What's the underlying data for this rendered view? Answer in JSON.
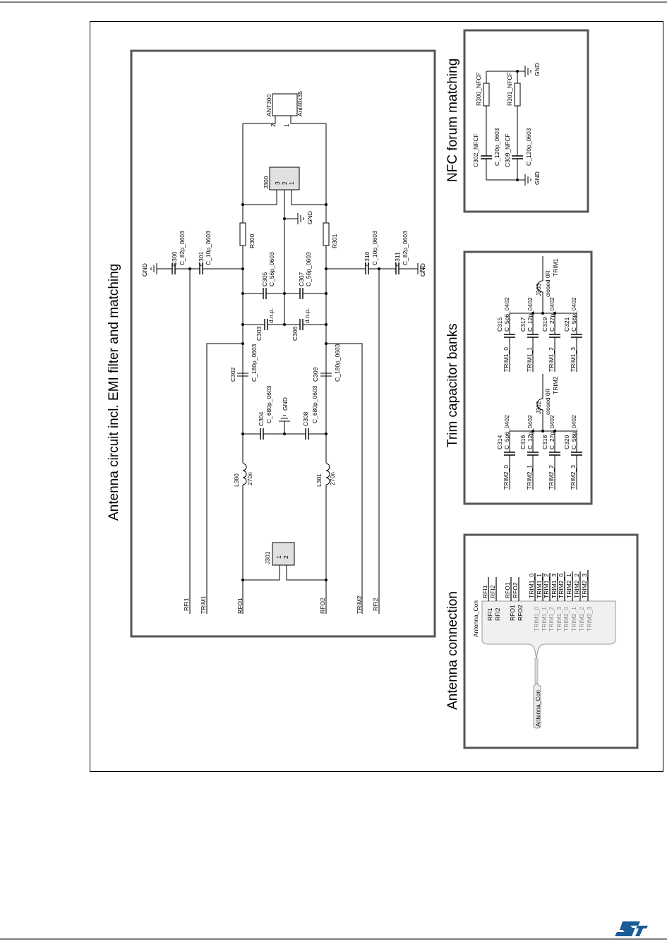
{
  "titles": {
    "main": "Antenna circuit incl. EMI filter and matching",
    "nfc": "NFC forum matching",
    "trim": "Trim capacitor banks",
    "conn": "Antenna connection"
  },
  "emi": {
    "ant300": "ANT300",
    "ant_value": "Ant40x35",
    "ant_pin2": "2",
    "ant_pin1": "1",
    "j300": "J300",
    "j300_pin3": "3",
    "j300_pin2": "2",
    "j300_pin1": "1",
    "gnd_j300": "GND",
    "gnd_left": "GND",
    "gnd_right": "GND",
    "gnd_center": "GND",
    "r300": "R300",
    "r301": "R301",
    "c300": "C300",
    "c300_val": "C_82p_0603",
    "c301": "C301",
    "c301_val": "C_10p_0603",
    "c305": "C305",
    "c305_val": "C_56p_0603",
    "c307": "C307",
    "c307_val": "C_56p_0603",
    "c303": "C303",
    "c303_val": "d.n.p.",
    "c306": "C306",
    "c306_val": "d.n.p.",
    "c310": "C310",
    "c310_val": "C_10p_0603",
    "c311": "C311",
    "c311_val": "C_82p_0603",
    "c302": "C302",
    "c302_val": "C_180p_0603",
    "c309": "C309",
    "c309_val": "C_180p_0603",
    "c304": "C304",
    "c304_val": "C_680p_0603",
    "c308": "C308",
    "c308_val": "C_680p_0603",
    "l300": "L300",
    "l300_val": "270n",
    "l301": "L301",
    "l301_val": "270n",
    "j301": "J301",
    "j301_pin1": "1",
    "j301_pin2": "2",
    "net_rfi1": "RFI1",
    "net_trim1": "TRIM1",
    "net_rfo1": "RFO1",
    "net_rfo2": "RFO2",
    "net_trim2": "TRIM2",
    "net_rfi2": "RFI2"
  },
  "nfc": {
    "r300": "R300_NFCF",
    "r301": "R301_NFCF",
    "c302": "C302_NFCF",
    "c302_val": "C_120p_0603",
    "c309": "C309_NFCF",
    "c309_val": "C_120p_0603",
    "gnd_top": "GND",
    "gnd_bottom": "GND"
  },
  "trim": {
    "bank1": {
      "caps": [
        "C315",
        "C317",
        "C319",
        "C321"
      ],
      "values": [
        "C_5p6_0402",
        "C_12p_0402",
        "C_27p_0402",
        "C_56p_0402"
      ],
      "nets": [
        "TRIM1_0",
        "TRIM1_1",
        "TRIM1_2",
        "TRIM1_3"
      ],
      "jumper": "J303",
      "jumper_val": "closed 0R",
      "net": "TRIM1"
    },
    "bank2": {
      "caps": [
        "C314",
        "C316",
        "C318",
        "C320"
      ],
      "values": [
        "C_5p6_0402",
        "C_12p_0402",
        "C_27p_0402",
        "C_56p_0402"
      ],
      "nets": [
        "TRIM2_0",
        "TRIM2_1",
        "TRIM2_2",
        "TRIM2_3"
      ],
      "jumper": "J302",
      "jumper_val": "closed 0R",
      "net": "TRIM2"
    }
  },
  "conn": {
    "harness_name": "Antenna_Con",
    "connector_name": "Antenna_Con",
    "entries": [
      "RFI1",
      "RFI2",
      "RFO1",
      "RFO2",
      "TRIM1_0",
      "TRIM1_1",
      "TRIM1_2",
      "TRIM1_3",
      "TRIM2_0",
      "TRIM2_1",
      "TRIM2_2",
      "TRIM2_3"
    ],
    "nets": [
      "RFI1",
      "RFI2",
      "RFO1",
      "RFO2",
      "TRIM1_0",
      "TRIM1_1",
      "TRIM1_2",
      "TRIM1_3",
      "TRIM2_0",
      "TRIM2_1",
      "TRIM2_2",
      "TRIM2_3"
    ]
  },
  "footer": {
    "logo_text": "ST",
    "logo_color": "#1a5a96"
  }
}
